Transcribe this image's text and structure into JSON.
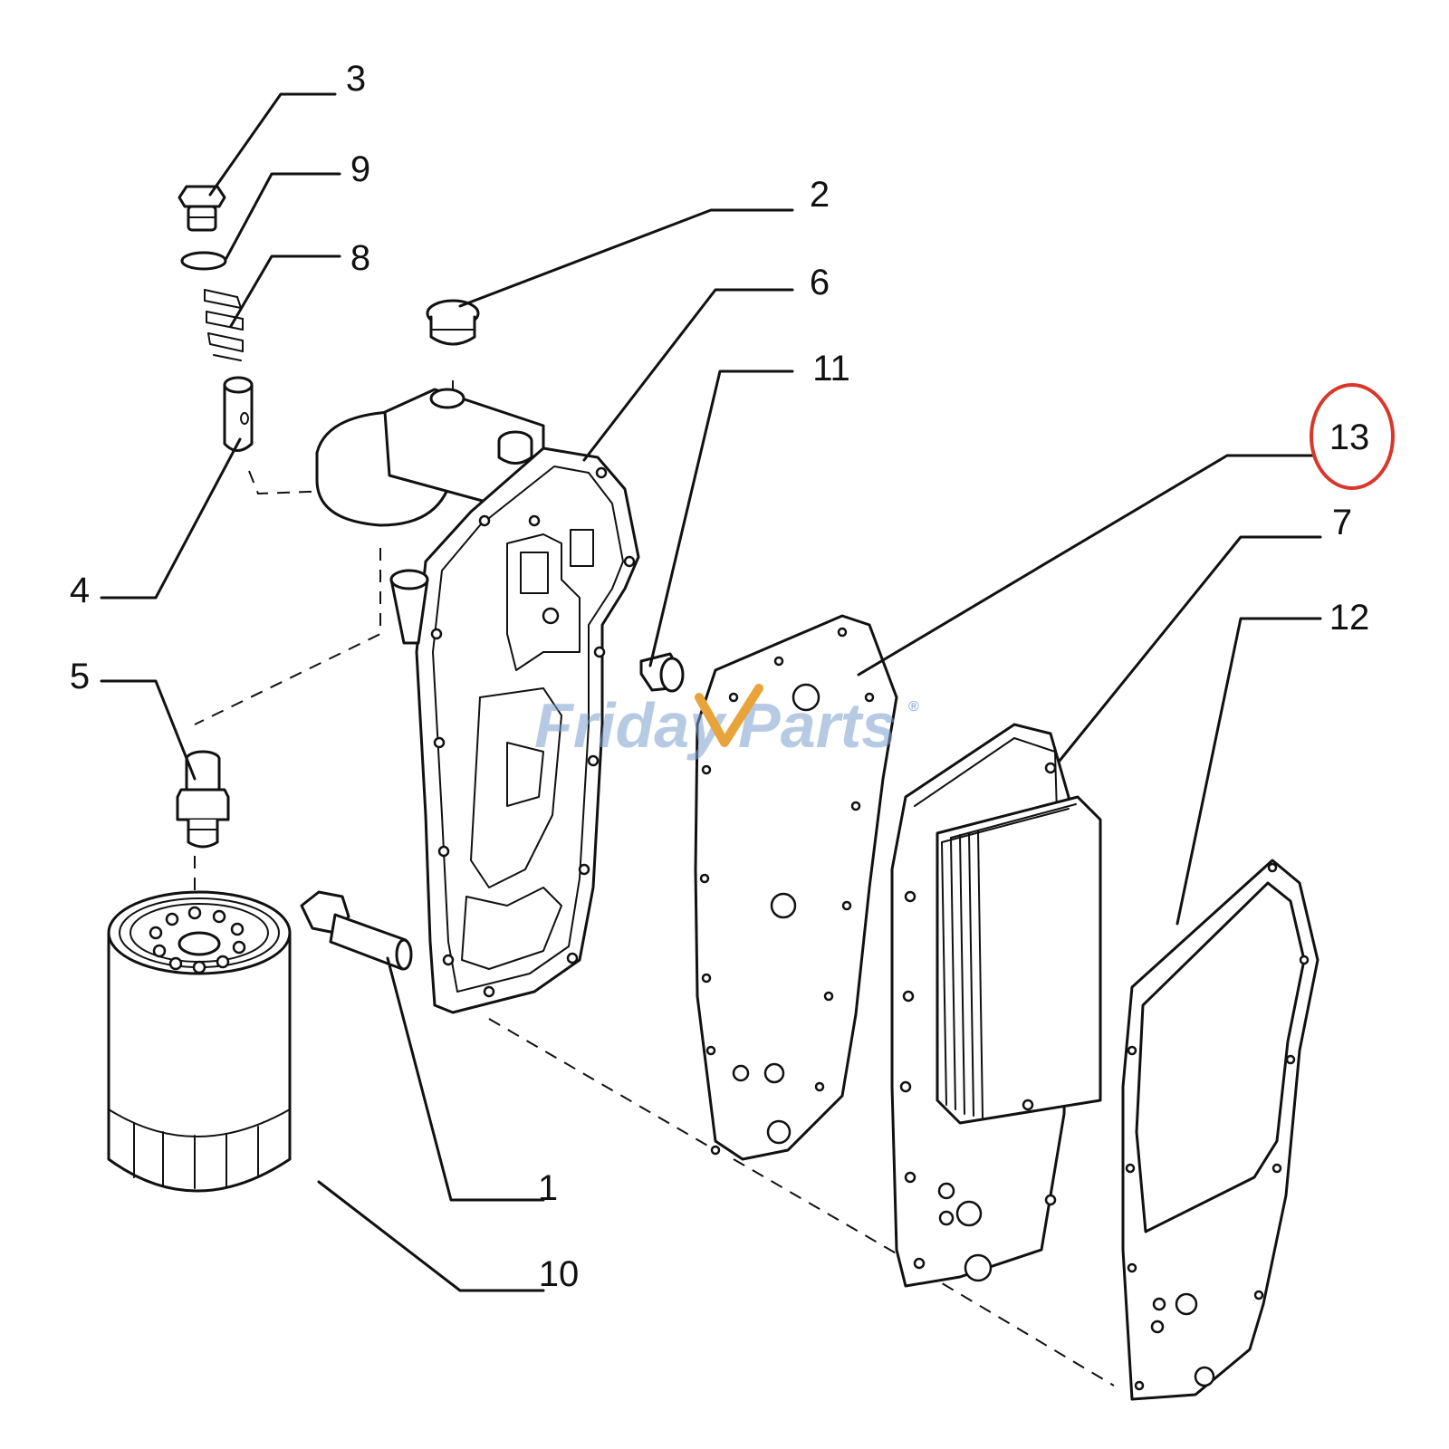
{
  "diagram": {
    "callouts": {
      "c1": "1",
      "c2": "2",
      "c3": "3",
      "c4": "4",
      "c5": "5",
      "c6": "6",
      "c7": "7",
      "c8": "8",
      "c9": "9",
      "c10": "10",
      "c11": "11",
      "c12": "12",
      "c13": "13"
    },
    "highlighted_callout": "13",
    "highlight_color": "#d9372a",
    "line_color": "#111111"
  },
  "watermark": {
    "text_part1": "Friday",
    "text_part2": "Parts",
    "registered_mark": "®",
    "color_blue": "#7da0cf",
    "color_orange": "#e8a33a"
  }
}
